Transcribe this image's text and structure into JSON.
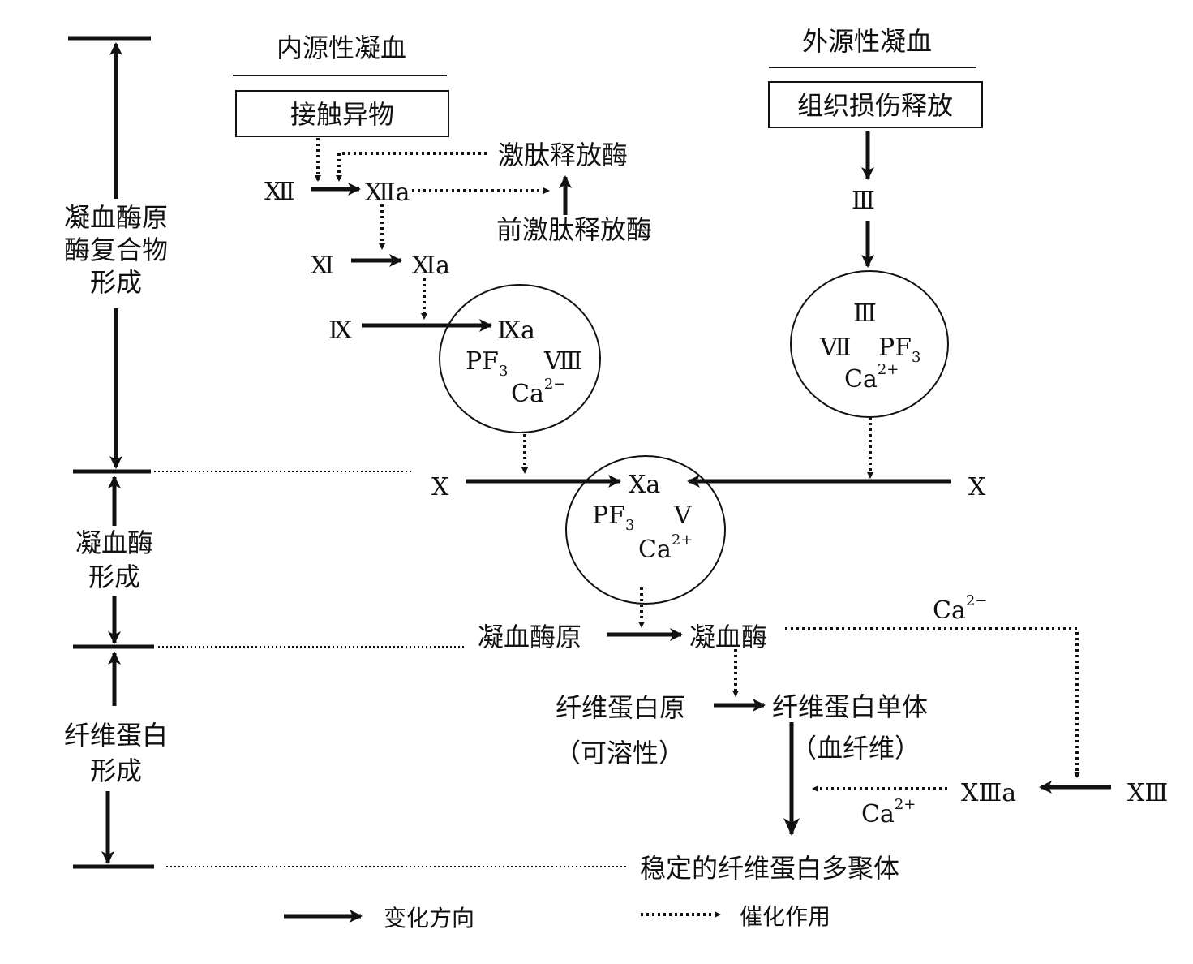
{
  "labels": {
    "intrinsic_title": "内源性凝血",
    "extrinsic_title": "外源性凝血",
    "contact_box": "接触异物",
    "tissue_box": "组织损伤释放",
    "kallikrein": "激肽释放酶",
    "prekallikrein": "前激肽释放酶",
    "f12": "Ⅻ",
    "f12a": "Ⅻa",
    "f11": "Ⅺ",
    "f11a": "Ⅺa",
    "f9": "Ⅸ",
    "f9a": "Ⅸa",
    "f3_top": "Ⅲ",
    "f3_circle": "Ⅲ",
    "f7": "Ⅶ",
    "f8": "Ⅷ",
    "pf3_base": "PF",
    "pf3_sub": "3",
    "ca_base": "Ca",
    "ca_sup_minus": "2−",
    "ca_sup_plus": "2+",
    "f10_left": "X",
    "f10_right": "X",
    "f10a": "Xa",
    "f5": "V",
    "prothrombin": "凝血酶原",
    "thrombin": "凝血酶",
    "fibrinogen": "纤维蛋白原",
    "fibrinogen_note": "（可溶性）",
    "fibrin_monomer": "纤维蛋白单体",
    "fibrin_note": "（血纤维）",
    "f13": "ⅩⅢ",
    "f13a": "ⅩⅢa",
    "stable_polymer": "稳定的纤维蛋白多聚体",
    "stage1_line1": "凝血酶原",
    "stage1_line2": "酶复合物",
    "stage1_line3": "形成",
    "stage2_line1": "凝血酶",
    "stage2_line2": "形成",
    "stage3_line1": "纤维蛋白",
    "stage3_line2": "形成",
    "legend_change": "变化方向",
    "legend_catalysis": "催化作用"
  }
}
